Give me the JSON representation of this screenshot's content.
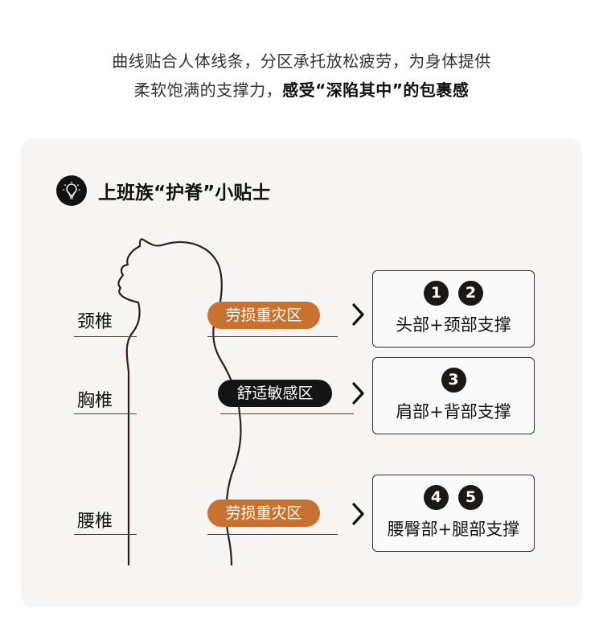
{
  "intro": {
    "line1": "曲线贴合人体线条，分区承托放松疲劳，为身体提供",
    "line2_normal": "柔软饱满的支撑力，",
    "line2_bold": "感受“深陷其中”的包裹感"
  },
  "tips": {
    "icon": "lightbulb-icon",
    "title": "上班族“护脊”小贴士"
  },
  "zones": [
    {
      "label": "颈椎",
      "tag": "劳损重灾区",
      "tag_color": "#c9722f",
      "numbers": [
        "1",
        "2"
      ],
      "support": "头部+颈部支撑"
    },
    {
      "label": "胸椎",
      "tag": "舒适敏感区",
      "tag_color": "#141414",
      "numbers": [
        "3"
      ],
      "support": "肩部+背部支撑"
    },
    {
      "label": "腰椎",
      "tag": "劳损重灾区",
      "tag_color": "#c9722f",
      "numbers": [
        "4",
        "5"
      ],
      "support": "腰臀部+腿部支撑"
    }
  ],
  "colors": {
    "accent": "#c9722f",
    "dark": "#141414",
    "outline": "#3a2e28",
    "card_bg": "#f6f5f4"
  }
}
